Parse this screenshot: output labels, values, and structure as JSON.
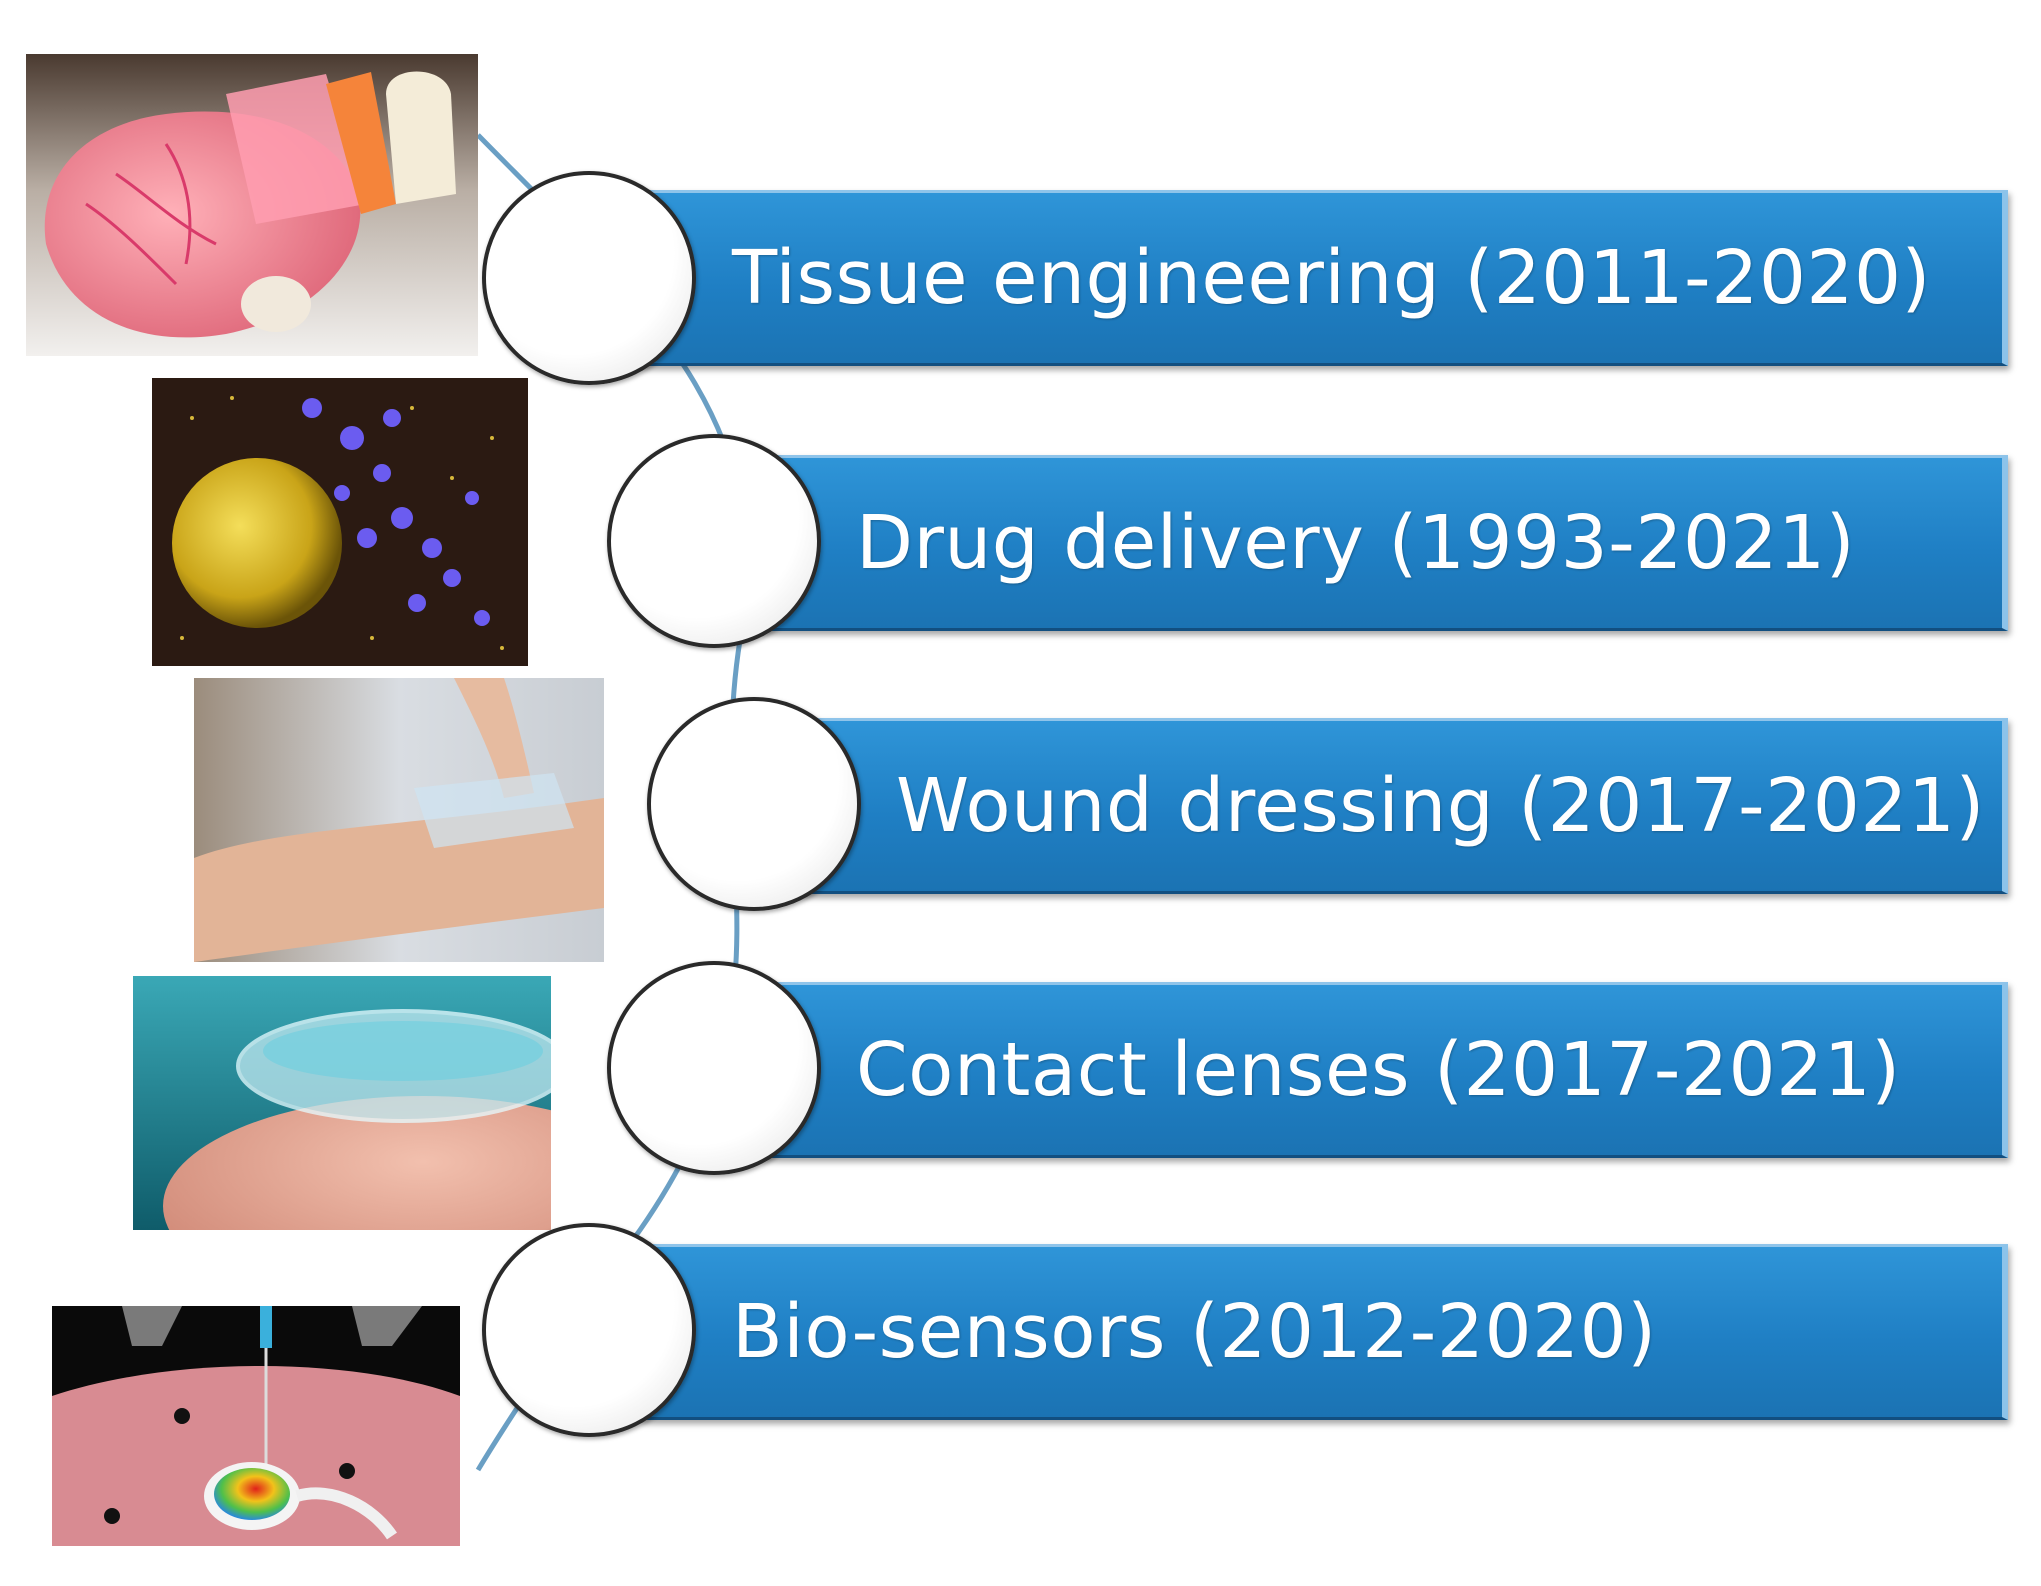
{
  "items": [
    {
      "label": "Tissue engineering (2011-2020)",
      "image": "3d-printed-heart"
    },
    {
      "label": "Drug delivery (1993-2021)",
      "image": "nanoparticle-release"
    },
    {
      "label": "Wound dressing (2017-2021)",
      "image": "skin-patch-on-wrist"
    },
    {
      "label": "Contact lenses (2017-2021)",
      "image": "contact-lens-on-fingertip"
    },
    {
      "label": "Bio-sensors (2012-2020)",
      "image": "implanted-biosensor"
    }
  ],
  "colors": {
    "bar": "#1f7fc4",
    "connector": "#6a9fc4",
    "circle_border": "#2a2a2a"
  }
}
